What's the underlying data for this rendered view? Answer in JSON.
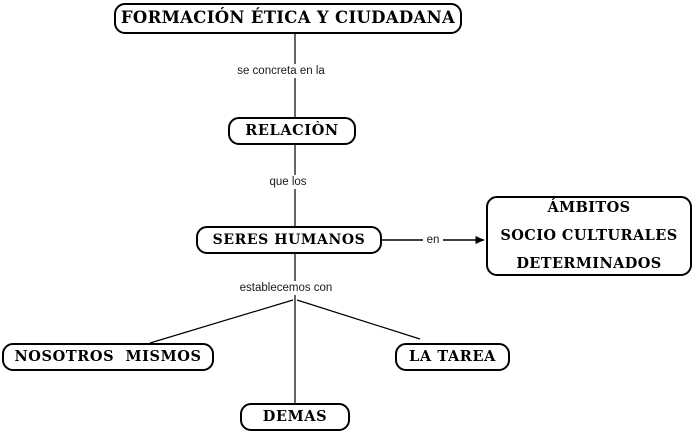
{
  "diagram": {
    "type": "concept-map",
    "title": "FORMACIÓN ÉTICA Y CIUDADANA",
    "background_color": "#ffffff",
    "line_color": "#000000",
    "text_color": "#000000",
    "nodes": [
      {
        "id": "titulo",
        "label": "FORMACIÓN ÉTICA Y CIUDADANA",
        "shape": "rounded-rect"
      },
      {
        "id": "relacion",
        "label": "RELACIÒN",
        "shape": "rounded-rect"
      },
      {
        "id": "seres",
        "label": "SERES HUMANOS",
        "shape": "rounded-rect"
      },
      {
        "id": "ambitos",
        "label": "ÁMBITOS SOCIO CULTURALES DETERMINADOS",
        "shape": "rounded-rect",
        "lines": [
          "ÁMBITOS",
          "SOCIO CULTURALES",
          "DETERMINADOS"
        ]
      },
      {
        "id": "nosotros",
        "label": "NOSOTROS  MISMOS",
        "shape": "rounded-rect"
      },
      {
        "id": "tarea",
        "label": "LA TAREA",
        "shape": "rounded-rect"
      },
      {
        "id": "demas",
        "label": "DEMAS",
        "shape": "rounded-rect"
      }
    ],
    "edges": [
      {
        "from": "titulo",
        "to": "relacion",
        "label": "se concreta en la",
        "arrow": false
      },
      {
        "from": "relacion",
        "to": "seres",
        "label": "que los",
        "arrow": false
      },
      {
        "from": "seres",
        "to": "ambitos",
        "label": "en",
        "arrow": true
      },
      {
        "from": "seres",
        "to": "nosotros",
        "label": "establecemos con",
        "arrow": false
      },
      {
        "from": "seres",
        "to": "demas",
        "label": "establecemos con",
        "arrow": false
      },
      {
        "from": "seres",
        "to": "tarea",
        "label": "establecemos con",
        "arrow": false
      }
    ]
  },
  "nodes": {
    "titulo": "FORMACIÓN ÉTICA Y CIUDADANA",
    "relacion": "RELACIÒN",
    "seres": "SERES HUMANOS",
    "ambitos_line1": "ÁMBITOS",
    "ambitos_line2": "SOCIO CULTURALES",
    "ambitos_line3": "DETERMINADOS",
    "nosotros": "NOSOTROS  MISMOS",
    "tarea": "LA TAREA",
    "demas": "DEMAS"
  },
  "labels": {
    "concreta": "se concreta en la",
    "quelos": "que los",
    "en": "en",
    "establecemos": "establecemos con"
  }
}
